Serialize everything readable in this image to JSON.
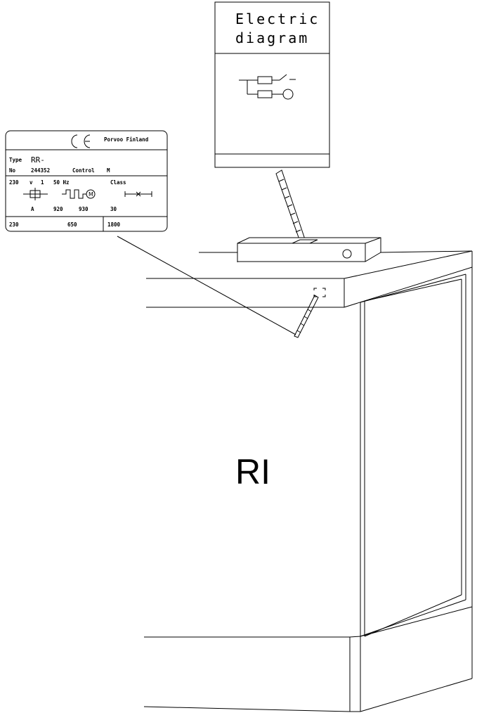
{
  "electric_box": {
    "title_line1": "Electric",
    "title_line2": "diagram"
  },
  "rating_plate": {
    "ce_mark": "CE",
    "manufacturer": "Porvoo Finland",
    "type_label": "Type",
    "type_value": "RR-",
    "no_label": "No",
    "no_value": "244352",
    "control_label": "Control",
    "control_value": "M",
    "voltage": "230",
    "voltage_unit": "v",
    "phase": "1",
    "frequency": "50 Hz",
    "class_label": "Class",
    "current_unit": "A",
    "power_a": "920",
    "power_b": "930",
    "class_value": "30",
    "bottom_left": "230",
    "bottom_mid": "650",
    "bottom_right": "1800"
  },
  "cabinet": {
    "label": "RI"
  },
  "icons": [
    "heater-symbol-icon",
    "motor-symbol-icon",
    "fuse-symbol-icon",
    "switch-symbol-icon",
    "lamp-symbol-icon"
  ]
}
